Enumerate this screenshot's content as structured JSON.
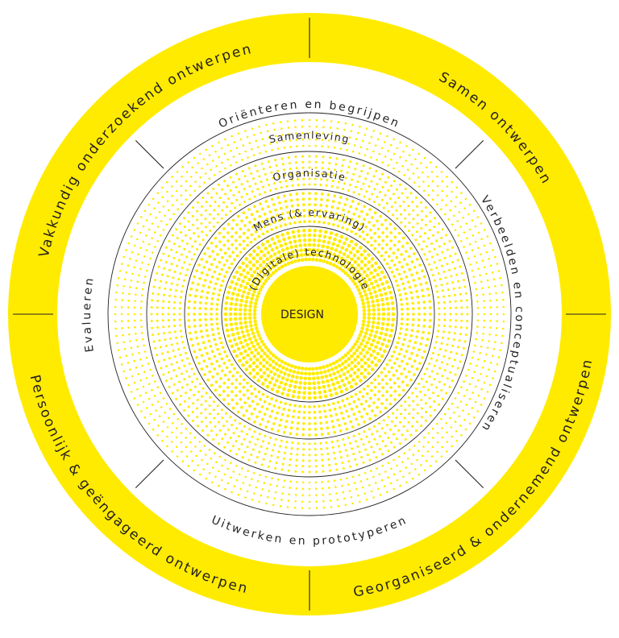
{
  "colors": {
    "accent": "#FFEB00",
    "line": "#231f20"
  },
  "center": {
    "label": "DESIGN"
  },
  "layers": [
    {
      "label": "(Digitale) technologie"
    },
    {
      "label": "Mens (& ervaring)"
    },
    {
      "label": "Organisatie"
    },
    {
      "label": "Samenleving"
    }
  ],
  "phases": [
    {
      "label": "Oriënteren en begrijpen"
    },
    {
      "label": "Verbeelden en conceptualiseren"
    },
    {
      "label": "Uitwerken en prototyperen"
    },
    {
      "label": "Evalueren"
    }
  ],
  "competences": [
    {
      "label": "Vakkundig onderzoekend ontwerpen"
    },
    {
      "label": "Samen ontwerpen"
    },
    {
      "label": "Georganiseerd & ondernemend ontwerpen"
    },
    {
      "label": "Persoonlijk & geëngageerd ontwerpen"
    }
  ]
}
